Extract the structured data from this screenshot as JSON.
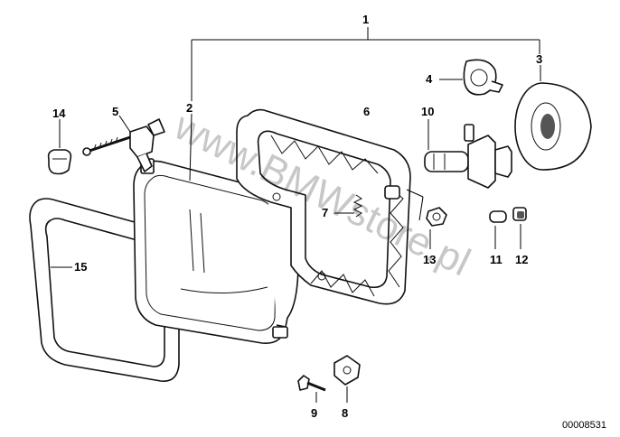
{
  "diagram": {
    "watermark": "www.BMWstore.pl",
    "reference_code": "00008531",
    "labels": [
      "1",
      "2",
      "3",
      "4",
      "5",
      "6",
      "7",
      "8",
      "9",
      "10",
      "11",
      "12",
      "13",
      "14",
      "15"
    ]
  }
}
